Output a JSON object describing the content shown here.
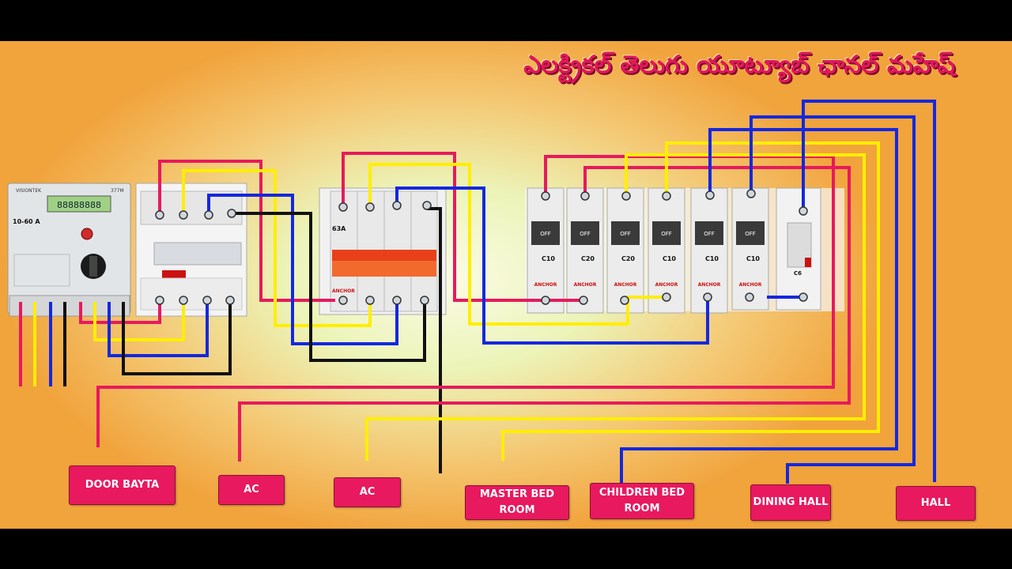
{
  "title": "ఎలక్ట్రికల్ తెలుగు యూట్యూబ్ ఛానల్ మహేష్",
  "meter": {
    "brand": "VISIONTEK",
    "rating": "10-60 A",
    "model": "377M"
  },
  "isolator": {
    "rating": "63A",
    "brand": "ANCHOR"
  },
  "mcbs": [
    {
      "rating": "C10",
      "state": "OFF",
      "brand": "ANCHOR"
    },
    {
      "rating": "C20",
      "state": "OFF",
      "brand": "ANCHOR"
    },
    {
      "rating": "C20",
      "state": "OFF",
      "brand": "ANCHOR"
    },
    {
      "rating": "C10",
      "state": "OFF",
      "brand": "ANCHOR"
    },
    {
      "rating": "C10",
      "state": "OFF",
      "brand": "ANCHOR"
    },
    {
      "rating": "C10",
      "state": "OFF",
      "brand": "ANCHOR"
    }
  ],
  "spn_mcb": {
    "rating": "C6"
  },
  "labels": {
    "door_bayta": "DOOR BAYTA",
    "ac1": "AC",
    "ac2": "AC",
    "master_bed_room": "MASTER BED ROOM",
    "children_bed_room": "CHILDREN BED ROOM",
    "dining_hall": "DINING HALL",
    "hall": "HALL"
  },
  "colors": {
    "red_wire": "#e8195e",
    "yellow_wire": "#ffee00",
    "blue_wire": "#1428e0",
    "black_wire": "#111111",
    "label_bg": "#e8195e",
    "title": "#e0185a"
  }
}
